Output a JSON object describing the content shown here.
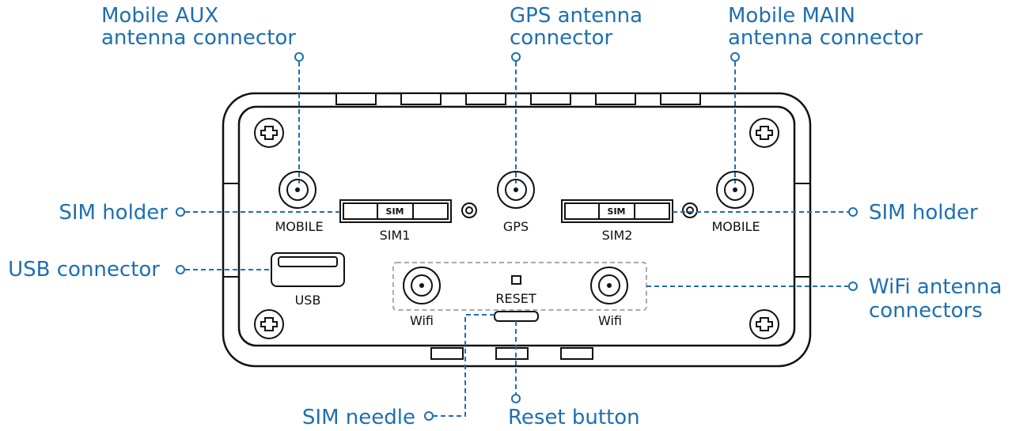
{
  "callouts": {
    "mobile_aux": [
      "Mobile AUX",
      "antenna connector"
    ],
    "gps": [
      "GPS antenna",
      "connector"
    ],
    "mobile_main": [
      "Mobile MAIN",
      "antenna connector"
    ],
    "sim_holder_left": "SIM holder",
    "sim_holder_right": "SIM holder",
    "usb_connector": "USB connector",
    "wifi_antenna": [
      "WiFi antenna",
      "connectors"
    ],
    "sim_needle": "SIM needle",
    "reset_button": "Reset button"
  },
  "device_labels": {
    "mobile_left": "MOBILE",
    "mobile_right": "MOBILE",
    "sim1": "SIM1",
    "sim2": "SIM2",
    "sim_tray_left": "SIM",
    "sim_tray_right": "SIM",
    "gps": "GPS",
    "usb": "USB",
    "reset": "RESET",
    "wifi_left": "Wifi",
    "wifi_right": "Wifi"
  },
  "colors": {
    "callout": "#1e6fb0",
    "outline": "#111111",
    "wifi_box": "#aaaaaa"
  }
}
